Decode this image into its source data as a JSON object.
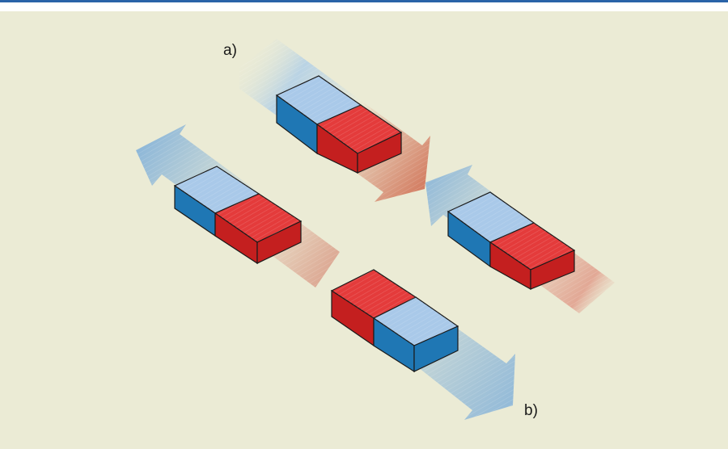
{
  "labels": {
    "a": "a)",
    "b": "b)"
  },
  "colors": {
    "rule": "#2a63a8",
    "panel": "#ebebd5",
    "north_face": "#a9c9e9",
    "north_side": "#1f77b4",
    "south_face": "#e43b3b",
    "south_side": "#c41f1f",
    "arrow_blue": "#8fb8d8",
    "arrow_red": "#d98a70"
  },
  "scenes": [
    {
      "id": "a",
      "description_visible": false,
      "pole_order": [
        "N",
        "S"
      ]
    },
    {
      "id": "b",
      "description_visible": false,
      "pole_order": [
        "S",
        "N"
      ]
    }
  ]
}
